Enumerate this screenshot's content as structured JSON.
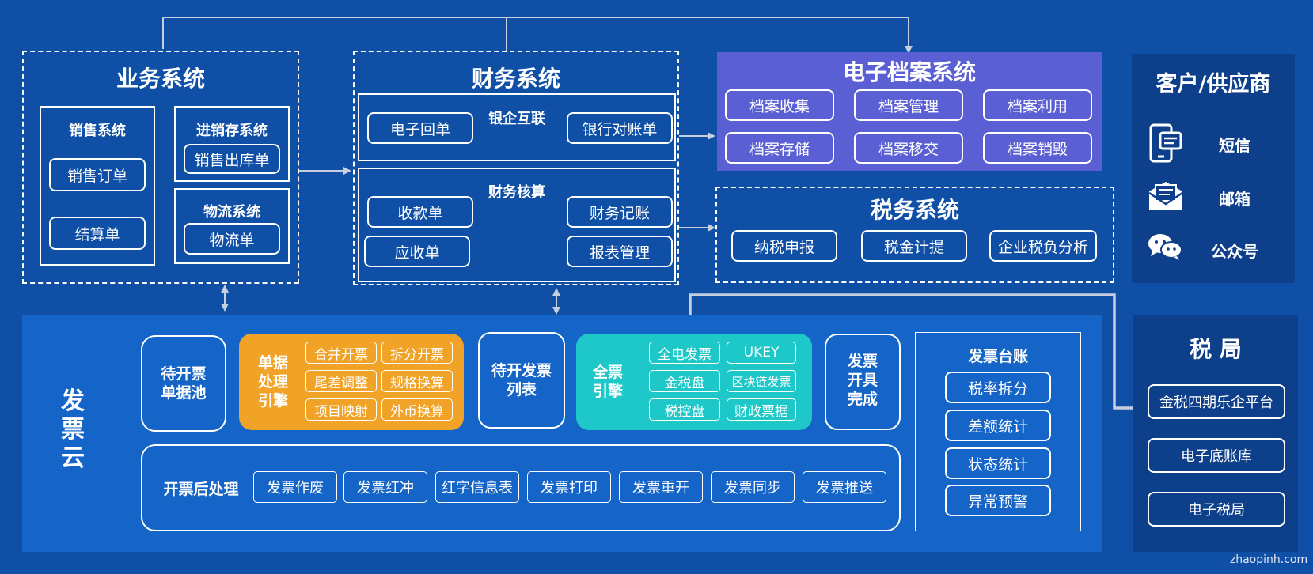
{
  "business": {
    "title": "业务系统",
    "sales": {
      "title": "销售系统",
      "items": [
        "销售订单",
        "结算单"
      ]
    },
    "inventory": {
      "title": "进销存系统",
      "items": [
        "销售出库单"
      ]
    },
    "logistics": {
      "title": "物流系统",
      "items": [
        "物流单"
      ]
    }
  },
  "finance": {
    "title": "财务系统",
    "bank": {
      "title": "银企互联",
      "items": [
        "电子回单",
        "银行对账单"
      ]
    },
    "accounting": {
      "title": "财务核算",
      "items": [
        "收款单",
        "财务记账",
        "应收单",
        "报表管理"
      ]
    }
  },
  "archive": {
    "title": "电子档案系统",
    "items": [
      "档案收集",
      "档案管理",
      "档案利用",
      "档案存储",
      "档案移交",
      "档案销毁"
    ]
  },
  "tax": {
    "title": "税务系统",
    "items": [
      "纳税申报",
      "税金计提",
      "企业税负分析"
    ]
  },
  "customer": {
    "title": "客户/供应商",
    "items": [
      "短信",
      "邮箱",
      "公众号"
    ]
  },
  "bureau": {
    "title": "税 局",
    "items": [
      "金税四期乐企平台",
      "电子底账库",
      "电子税局"
    ]
  },
  "cloud": {
    "title": "发\n票\n云",
    "pool": "待开票\n单据池",
    "doc_engine": {
      "title": "单据\n处理\n引擎",
      "items": [
        "合并开票",
        "拆分开票",
        "尾差调整",
        "规格换算",
        "项目映射",
        "外币换算"
      ]
    },
    "pending_list": "待开发票\n列表",
    "full_engine": {
      "title": "全票\n引擎",
      "items": [
        "全电发票",
        "UKEY",
        "金税盘",
        "区块链发票",
        "税控盘",
        "财政票据"
      ]
    },
    "done": "发票\n开具\n完成",
    "ledger": {
      "title": "发票台账",
      "items": [
        "税率拆分",
        "差额统计",
        "状态统计",
        "异常预警"
      ]
    },
    "post": {
      "title": "开票后处理",
      "items": [
        "发票作废",
        "发票红冲",
        "红字信息表",
        "发票打印",
        "发票重开",
        "发票同步",
        "发票推送"
      ]
    }
  },
  "colors": {
    "background": "#0f4fa6",
    "cloud_panel": "#1565c8",
    "archive": "#5a5fd4",
    "doc_engine": "#f0a326",
    "full_engine": "#1ec8c8",
    "side_panel": "#0e3f8a"
  },
  "watermark": "zhaopinh.com"
}
